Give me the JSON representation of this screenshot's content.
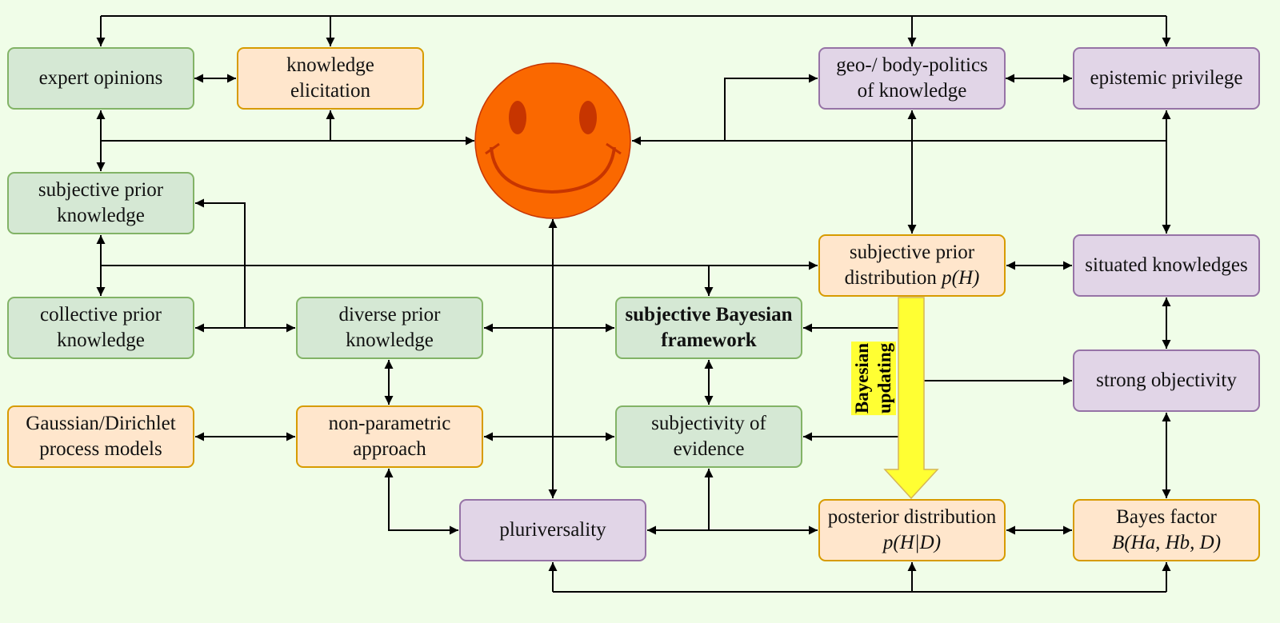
{
  "nodes": {
    "expert_opinions": "expert opinions",
    "knowledge_elicitation": [
      "knowledge",
      "elicitation"
    ],
    "geo_body_politics": [
      "geo-/ body-politics",
      "of knowledge"
    ],
    "epistemic_privilege": "epistemic privilege",
    "subjective_prior_knowledge": [
      "subjective prior",
      "knowledge"
    ],
    "subjective_prior_distribution": [
      "subjective prior",
      "distribution",
      "p(H)"
    ],
    "situated_knowledges": "situated knowledges",
    "collective_prior_knowledge": [
      "collective prior",
      "knowledge"
    ],
    "diverse_prior_knowledge": [
      "diverse prior",
      "knowledge"
    ],
    "subjective_bayesian_framework": [
      "subjective Bayesian",
      "framework"
    ],
    "strong_objectivity": "strong objectivity",
    "gaussian_dirichlet": [
      "Gaussian/Dirichlet",
      "process models"
    ],
    "non_parametric": [
      "non-parametric",
      "approach"
    ],
    "subjectivity_of_evidence": [
      "subjectivity of",
      "evidence"
    ],
    "pluriversality": "pluriversality",
    "posterior_distribution": [
      "posterior distribution",
      "p(H|D)"
    ],
    "bayes_factor": [
      "Bayes factor",
      "B(Ha, Hb, D)"
    ]
  },
  "updating_label": [
    "Bayesian",
    "updating"
  ],
  "colors": {
    "background": "#f0fde8",
    "green_fill": "#d5e8d4",
    "green_border": "#82b366",
    "orange_fill": "#ffe6cc",
    "orange_border": "#d79b00",
    "purple_fill": "#e1d5e7",
    "purple_border": "#9673a6",
    "smiley_fill": "#fa6800",
    "smiley_stroke": "#c73500",
    "arrow_fill": "#ffff33",
    "arrow_stroke": "#d6b656",
    "edge": "#000000"
  },
  "icons": {
    "center": "smiley-face-icon"
  }
}
